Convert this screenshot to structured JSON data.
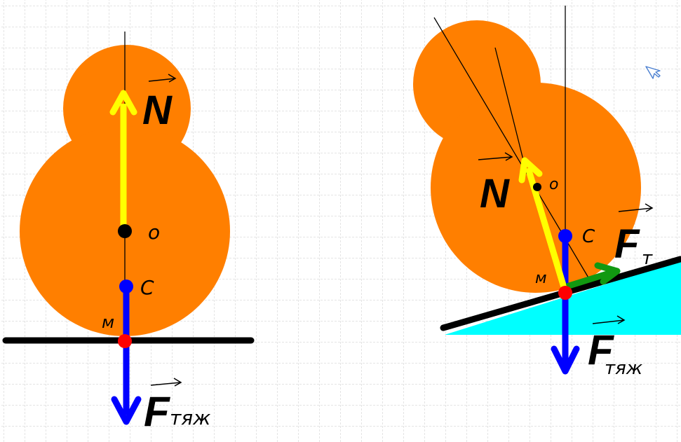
{
  "colors": {
    "background": "#ffffff",
    "grid": "#c8c8c8",
    "body": "#ff7f00",
    "normal_force": "#ffff00",
    "gravity_force": "#0000ff",
    "friction_force": "#119911",
    "incline": "#00ffff",
    "contact_point": "#ff0000",
    "center_o": "#000000",
    "center_c": "#0000ff"
  },
  "left_figure": {
    "normal_label": "N",
    "center_o_label": "o",
    "center_c_label": "C",
    "contact_label": "м",
    "gravity_label": "F",
    "gravity_subscript": "тяж"
  },
  "right_figure": {
    "normal_label": "N",
    "center_o_label": "o",
    "center_c_label": "C",
    "contact_label": "м",
    "friction_label": "F",
    "friction_subscript": "т",
    "gravity_label": "F",
    "gravity_subscript": "тяж"
  },
  "cursor": {
    "icon": "pointer-arrow-icon"
  }
}
